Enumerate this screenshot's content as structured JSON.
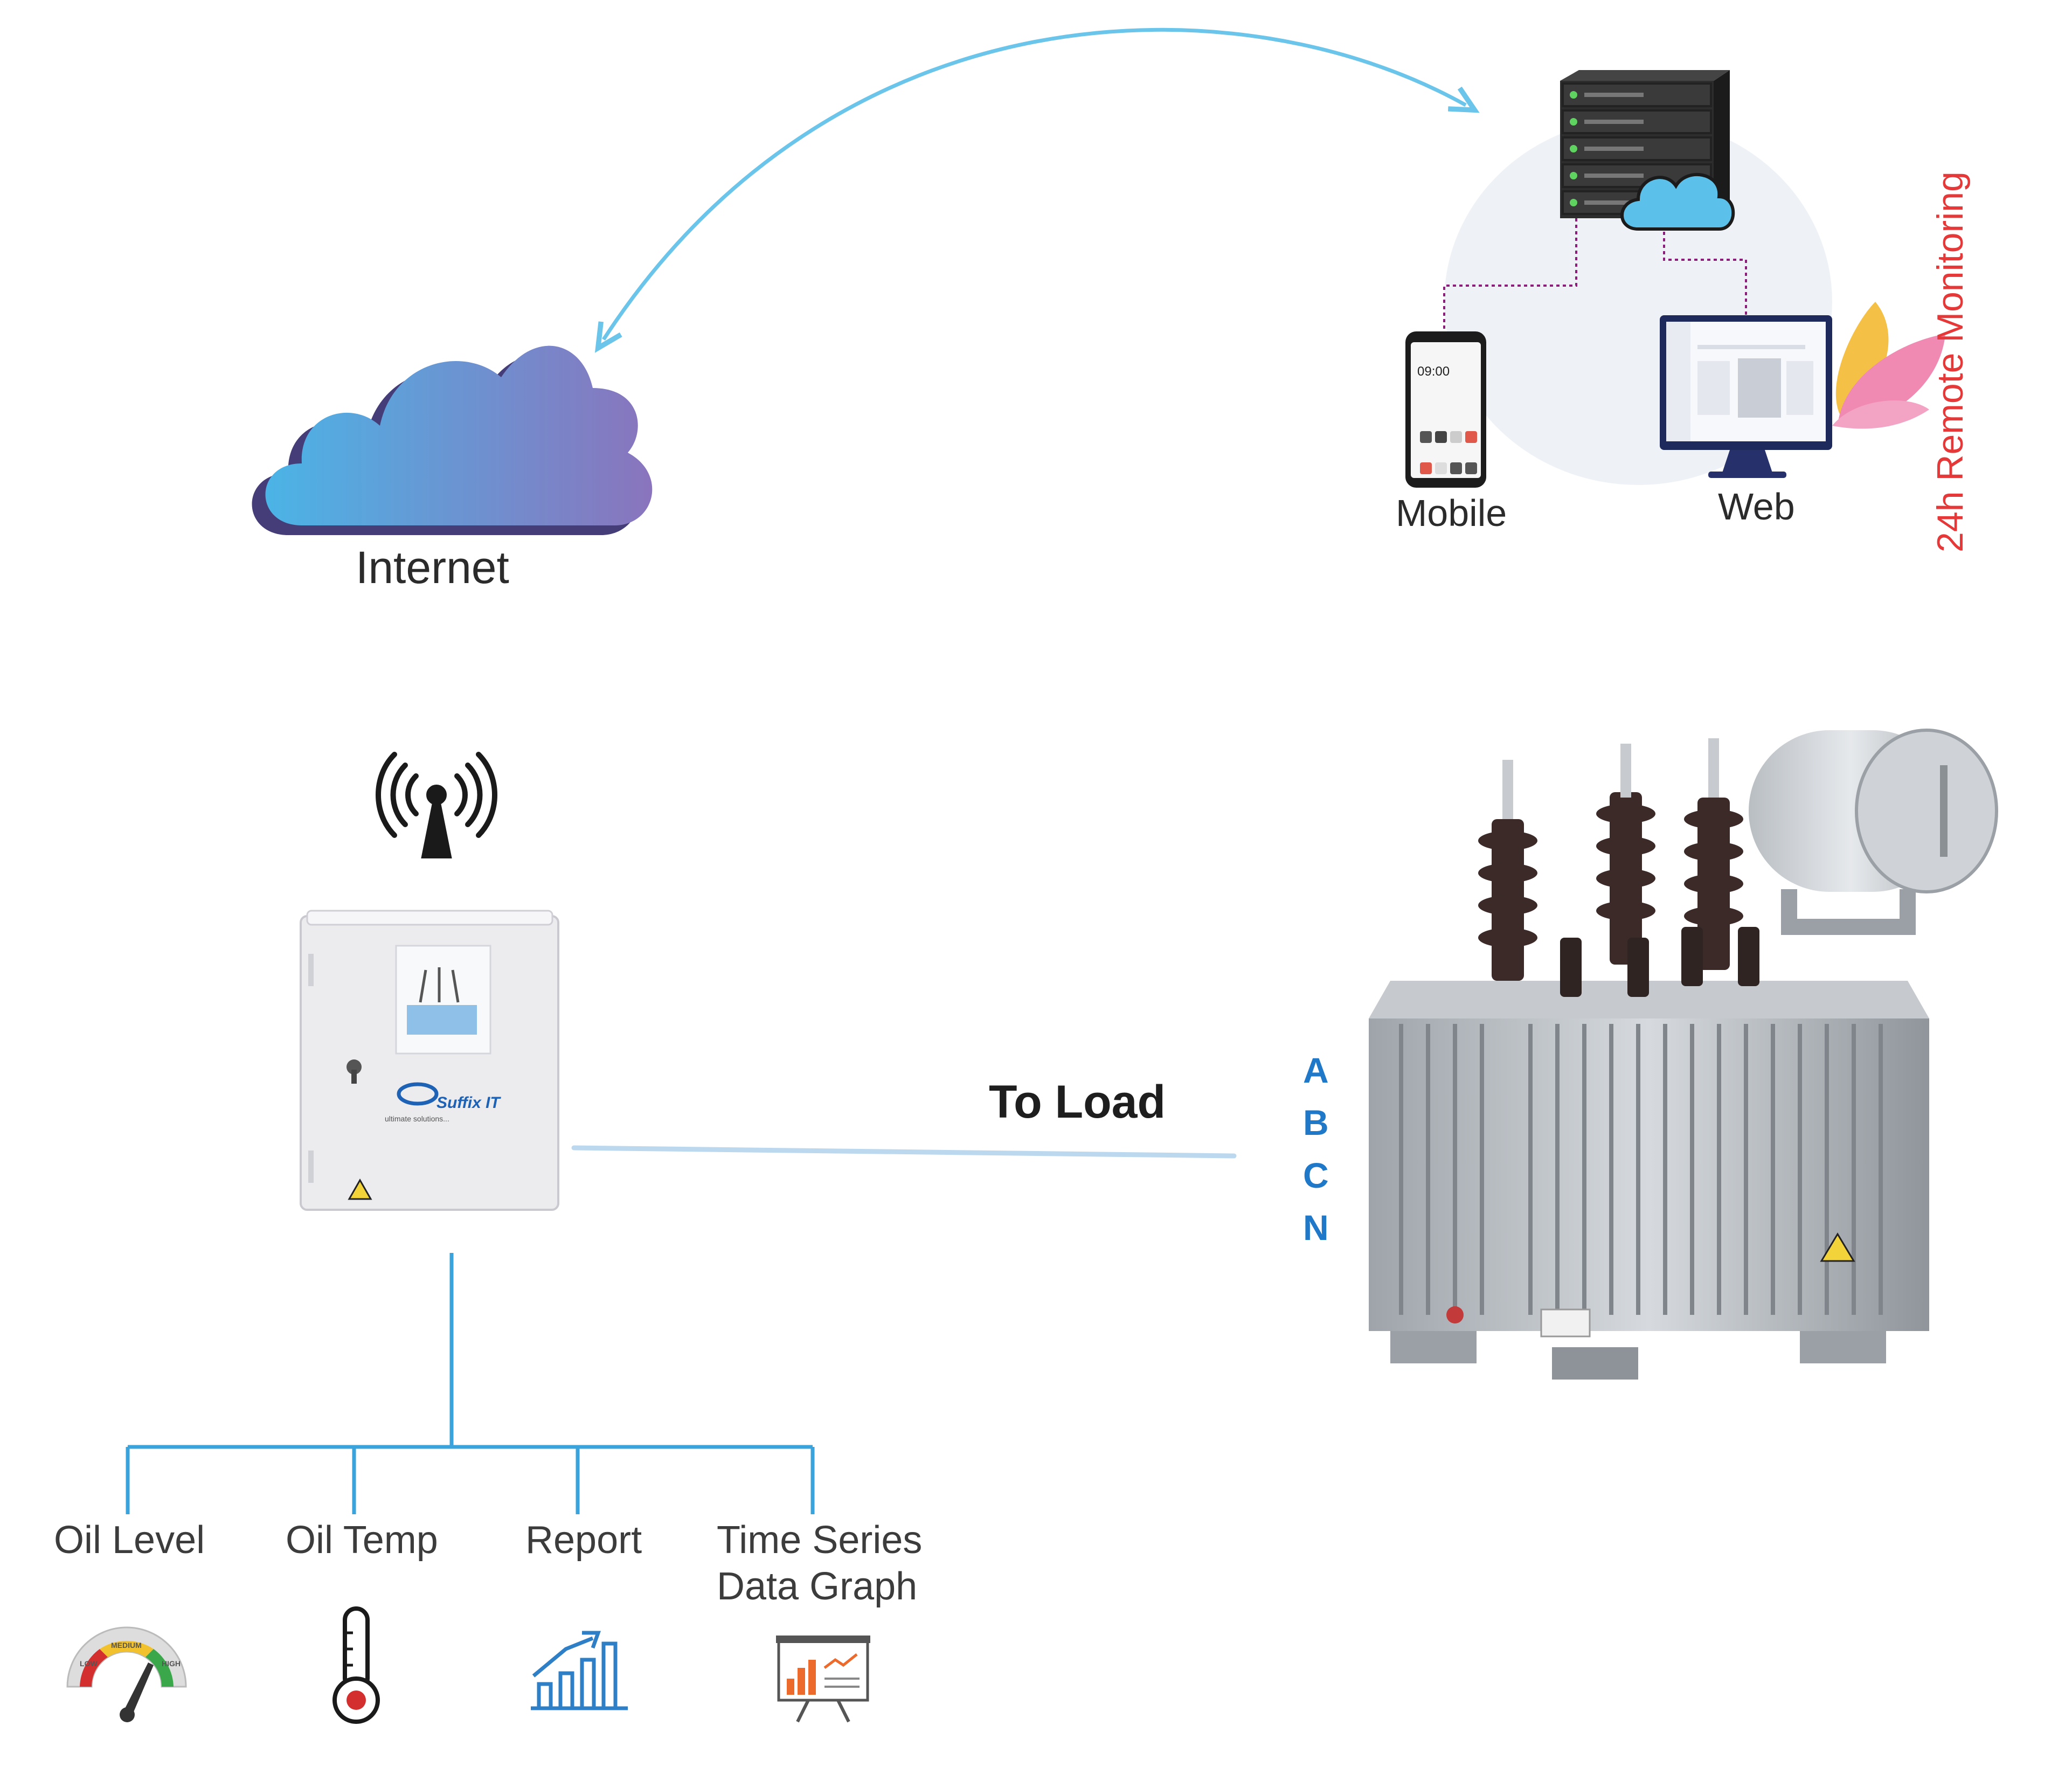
{
  "internet": {
    "label": "Internet"
  },
  "monitoring": {
    "mobile_label": "Mobile",
    "web_label": "Web",
    "vertical_label": "24h Remote Monitoring",
    "phone_time": "09:00"
  },
  "device": {
    "brand": "Suffix IT",
    "brand_tagline": "ultimate solutions..."
  },
  "load": {
    "label": "To Load"
  },
  "phases": [
    "A",
    "B",
    "C",
    "N"
  ],
  "sensors": [
    {
      "label": "Oil Level",
      "icon": "gauge-icon"
    },
    {
      "label": "Oil Temp",
      "icon": "thermometer-icon"
    },
    {
      "label": "Report",
      "icon": "report-chart-icon"
    },
    {
      "label": "Time Series\nData Graph",
      "icon": "presentation-graph-icon"
    }
  ],
  "gauge": {
    "low": "LOW",
    "medium": "MEDIUM",
    "high": "HIGH"
  },
  "colors": {
    "line_blue": "#3aa3dc",
    "arrow_blue": "#6bc4ea",
    "accent_red": "#e53838",
    "phase_blue": "#1f78c8",
    "cloud_start": "#4bb4e6",
    "cloud_end": "#8a74bd",
    "cloud_shadow": "#453d78"
  }
}
